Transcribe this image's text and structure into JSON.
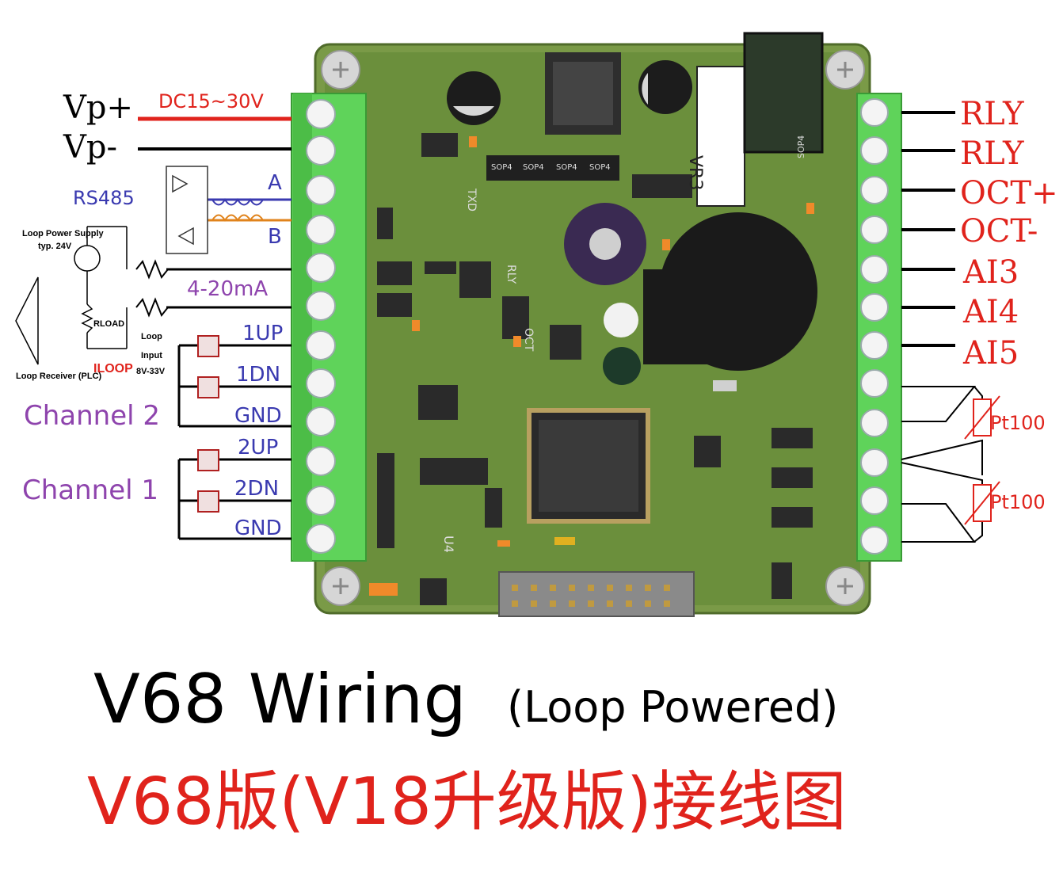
{
  "left_terminals": {
    "vp_plus": "Vp+",
    "vp_minus": "Vp-",
    "dc_range": "DC15~30V",
    "rs485": "RS485",
    "rs485_a": "A",
    "rs485_b": "B",
    "loop_current": "4-20mA",
    "loop_power_supply": "Loop Power Supply",
    "loop_power_typ": "typ. 24V",
    "rload": "RLOAD",
    "loop_receiver": "Loop Receiver (PLC)",
    "iloop": "ILOOP",
    "loop_input": "Loop",
    "loop_input2": "Input",
    "loop_input3": "8V-33V",
    "ch2_up": "1UP",
    "ch2_dn": "1DN",
    "ch2_gnd": "GND",
    "channel2": "Channel 2",
    "ch1_up": "2UP",
    "ch1_dn": "2DN",
    "ch1_gnd": "GND",
    "channel1": "Channel 1"
  },
  "right_terminals": {
    "rly1": "RLY",
    "rly2": "RLY",
    "oct_plus": "OCT+",
    "oct_minus": "OCT-",
    "ai3": "AI3",
    "ai4": "AI4",
    "ai5": "AI5",
    "pt100_1": "Pt100",
    "pt100_2": "Pt100"
  },
  "board": {
    "vr3": "VR3",
    "u4": "U4",
    "sop4": "SOP4",
    "txd": "TXD",
    "rly": "RLY",
    "oct": "OCT"
  },
  "title": {
    "english": "V68 Wiring",
    "english_sub": "(Loop Powered)",
    "chinese": "V68版(V18升级版)接线图"
  },
  "colors": {
    "terminal_green": "#5fd35a",
    "pcb_green": "#6b8f3c",
    "accent_red": "#e0231c",
    "label_blue": "#3a3ab0",
    "label_purple": "#8e44ad"
  }
}
